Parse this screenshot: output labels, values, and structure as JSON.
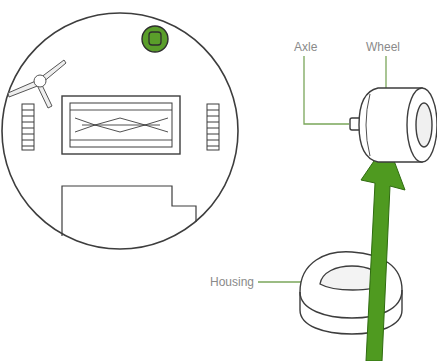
{
  "diagram": {
    "labels": [
      "Axle",
      "Wheel",
      "Housing"
    ]
  }
}
